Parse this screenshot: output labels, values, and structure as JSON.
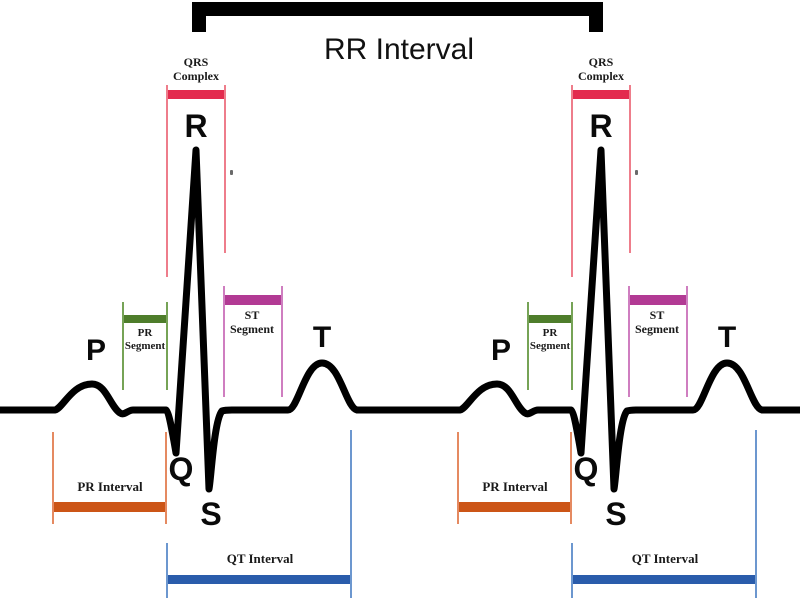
{
  "figure": {
    "background_color": "#ffffff",
    "trace_color": "#000000",
    "rr": {
      "label": "RR Interval",
      "bracket_color": "#000000"
    },
    "waves": {
      "p": "P",
      "q": "Q",
      "r": "R",
      "s": "S",
      "t": "T"
    },
    "qrs_complex": {
      "line1": "QRS",
      "line2": "Complex",
      "bar_color": "#e32b4e"
    },
    "pr_segment": {
      "line1": "PR",
      "line2": "Segment",
      "bar_color": "#4e7d2b"
    },
    "st_segment": {
      "line1": "ST",
      "line2": "Segment",
      "bar_color": "#b23a94"
    },
    "pr_interval": {
      "label": "PR Interval",
      "bar_color": "#cc5517"
    },
    "qt_interval": {
      "label": "QT Interval",
      "bar_color": "#2a5cab"
    }
  }
}
